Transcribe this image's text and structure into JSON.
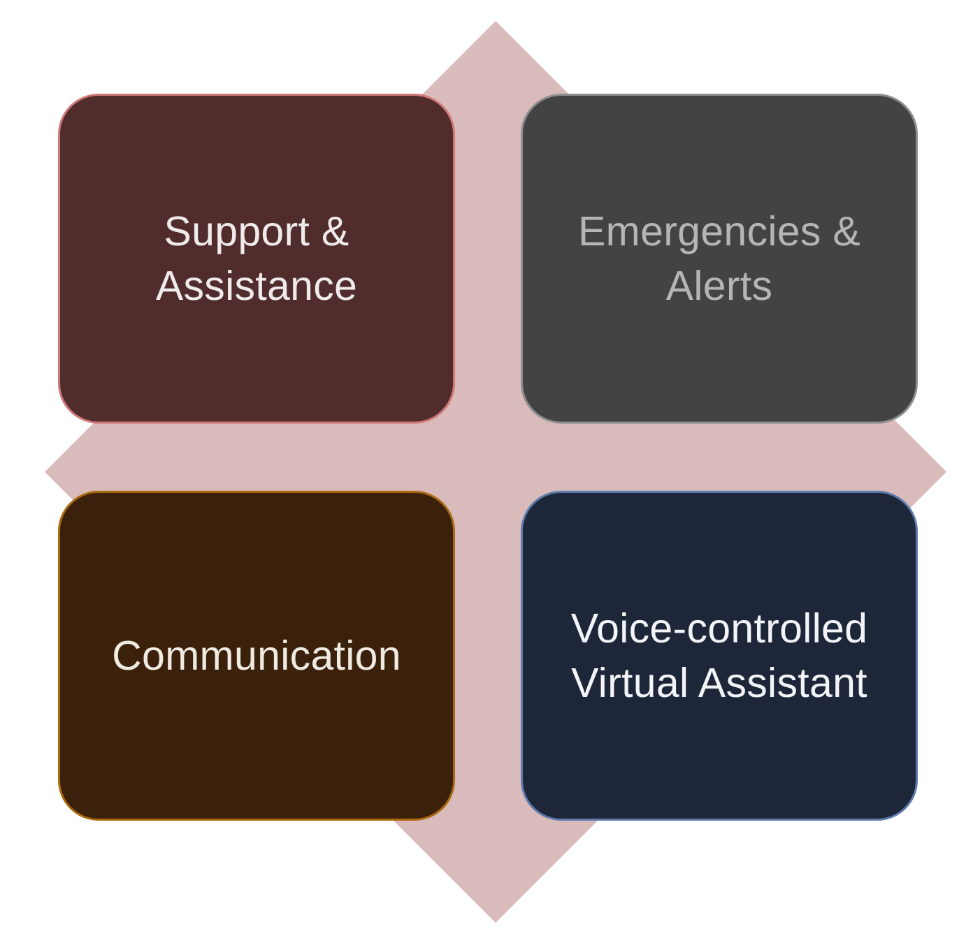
{
  "colors": {
    "background": "#ffffff",
    "diamond": "#d9bbbc"
  },
  "boxes": [
    {
      "id": "support",
      "label": "Support &\nAssistance",
      "fill": "#502c2c",
      "border": "#d07878",
      "text_color": "#f0ebeb"
    },
    {
      "id": "emergencies",
      "label": "Emergencies &\nAlerts",
      "fill": "#434343",
      "border": "#8e8e8e",
      "text_color": "#b5b5b5"
    },
    {
      "id": "communication",
      "label": "Communication",
      "fill": "#3b210c",
      "border": "#a8690f",
      "text_color": "#f0ebe2"
    },
    {
      "id": "voice-assistant",
      "label": "Voice-controlled\nVirtual Assistant",
      "fill": "#1e2739",
      "border": "#5d7aab",
      "text_color": "#f2f4f8"
    }
  ]
}
